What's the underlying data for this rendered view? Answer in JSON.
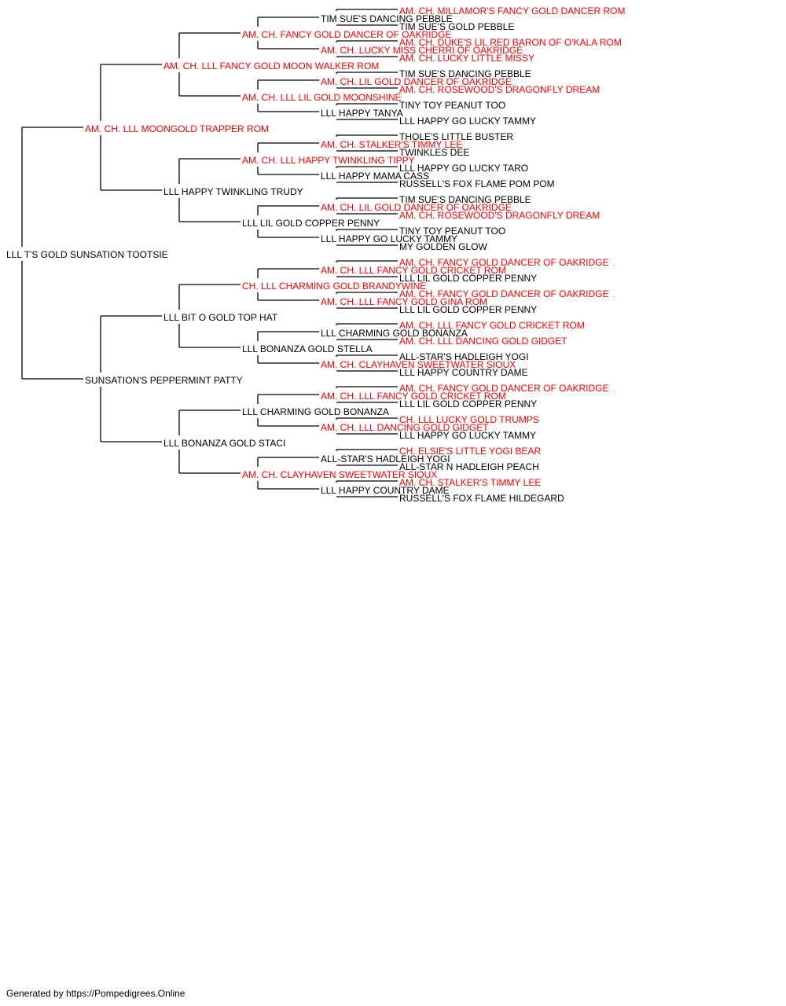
{
  "colors": {
    "champion": "#ff0000",
    "regular": "#000000",
    "line": "#000000"
  },
  "footer": "Generated by https://Pompedigrees.Online",
  "pedigree": [
    {
      "gen": 0,
      "name": "LLL T'S GOLD SUNSATION TOOTSIE",
      "ch": false
    },
    {
      "gen": 1,
      "name": "AM. CH. LLL MOONGOLD TRAPPER ROM",
      "ch": true
    },
    {
      "gen": 1,
      "name": "SUNSATION'S PEPPERMINT PATTY",
      "ch": false
    },
    {
      "gen": 2,
      "name": "AM. CH. LLL FANCY GOLD MOON WALKER ROM",
      "ch": true
    },
    {
      "gen": 2,
      "name": "LLL HAPPY TWINKLING TRUDY",
      "ch": false
    },
    {
      "gen": 2,
      "name": "LLL BIT O GOLD TOP HAT",
      "ch": false
    },
    {
      "gen": 2,
      "name": "LLL BONANZA GOLD STACI",
      "ch": false
    },
    {
      "gen": 3,
      "name": "AM. CH. FANCY GOLD DANCER OF OAKRIDGE",
      "ch": true
    },
    {
      "gen": 3,
      "name": "AM. CH. LLL LIL GOLD MOONSHINE",
      "ch": true
    },
    {
      "gen": 3,
      "name": "AM. CH. LLL HAPPY TWINKLING TIPPY",
      "ch": true
    },
    {
      "gen": 3,
      "name": "LLL LIL GOLD COPPER PENNY",
      "ch": false
    },
    {
      "gen": 3,
      "name": "CH. LLL CHARMING GOLD BRANDYWINE",
      "ch": true
    },
    {
      "gen": 3,
      "name": "LLL BONANZA GOLD STELLA",
      "ch": false
    },
    {
      "gen": 3,
      "name": "LLL CHARMING GOLD BONANZA",
      "ch": false
    },
    {
      "gen": 3,
      "name": "AM. CH. CLAYHAVEN SWEETWATER SIOUX",
      "ch": true
    },
    {
      "gen": 4,
      "name": "TIM SUE'S DANCING PEBBLE",
      "ch": false
    },
    {
      "gen": 4,
      "name": "AM. CH. LUCKY MISS CHERRI OF OAKRIDGE",
      "ch": true
    },
    {
      "gen": 4,
      "name": "AM. CH. LIL GOLD DANCER OF OAKRIDGE",
      "ch": true
    },
    {
      "gen": 4,
      "name": "LLL HAPPY TANYA",
      "ch": false
    },
    {
      "gen": 4,
      "name": "AM. CH. STALKER'S TIMMY LEE",
      "ch": true
    },
    {
      "gen": 4,
      "name": "LLL HAPPY MAMA CASS",
      "ch": false
    },
    {
      "gen": 4,
      "name": "AM. CH. LIL GOLD DANCER OF OAKRIDGE",
      "ch": true
    },
    {
      "gen": 4,
      "name": "LLL HAPPY GO LUCKY TAMMY",
      "ch": false
    },
    {
      "gen": 4,
      "name": "AM. CH. LLL FANCY GOLD CRICKET ROM",
      "ch": true
    },
    {
      "gen": 4,
      "name": "AM. CH. LLL FANCY GOLD GINA ROM",
      "ch": true
    },
    {
      "gen": 4,
      "name": "LLL CHARMING GOLD BONANZA",
      "ch": false
    },
    {
      "gen": 4,
      "name": "AM. CH. CLAYHAVEN SWEETWATER SIOUX",
      "ch": true
    },
    {
      "gen": 4,
      "name": "AM. CH. LLL FANCY GOLD CRICKET ROM",
      "ch": true
    },
    {
      "gen": 4,
      "name": "AM. CH. LLL DANCING GOLD GIDGET",
      "ch": true
    },
    {
      "gen": 4,
      "name": "ALL-STAR'S HADLEIGH YOGI",
      "ch": false
    },
    {
      "gen": 4,
      "name": "LLL HAPPY COUNTRY DAME",
      "ch": false
    },
    {
      "gen": 5,
      "name": "AM. CH. MILLAMOR'S FANCY GOLD DANCER ROM",
      "ch": true
    },
    {
      "gen": 5,
      "name": "TIM SUE'S GOLD PEBBLE",
      "ch": false
    },
    {
      "gen": 5,
      "name": "AM. CH. DUKE'S LIL RED BARON OF O'KALA ROM",
      "ch": true
    },
    {
      "gen": 5,
      "name": "AM. CH. LUCKY LITTLE MISSY",
      "ch": true
    },
    {
      "gen": 5,
      "name": "TIM SUE'S DANCING PEBBLE",
      "ch": false
    },
    {
      "gen": 5,
      "name": "AM. CH. ROSEWOOD'S DRAGONFLY DREAM",
      "ch": true
    },
    {
      "gen": 5,
      "name": "TINY TOY PEANUT TOO",
      "ch": false
    },
    {
      "gen": 5,
      "name": "LLL HAPPY GO LUCKY TAMMY",
      "ch": false
    },
    {
      "gen": 5,
      "name": "THOLE'S LITTLE BUSTER",
      "ch": false
    },
    {
      "gen": 5,
      "name": "TWINKLES DEE",
      "ch": false
    },
    {
      "gen": 5,
      "name": "LLL HAPPY GO LUCKY TARO",
      "ch": false
    },
    {
      "gen": 5,
      "name": "RUSSELL'S FOX FLAME POM POM",
      "ch": false
    },
    {
      "gen": 5,
      "name": "TIM SUE'S DANCING PEBBLE",
      "ch": false
    },
    {
      "gen": 5,
      "name": "AM. CH. ROSEWOOD'S DRAGONFLY DREAM",
      "ch": true
    },
    {
      "gen": 5,
      "name": "TINY TOY PEANUT TOO",
      "ch": false
    },
    {
      "gen": 5,
      "name": "MY GOLDEN GLOW",
      "ch": false
    },
    {
      "gen": 5,
      "name": "AM. CH. FANCY GOLD DANCER OF OAKRIDGE",
      "ch": true
    },
    {
      "gen": 5,
      "name": "LLL LIL GOLD COPPER PENNY",
      "ch": false
    },
    {
      "gen": 5,
      "name": "AM. CH. FANCY GOLD DANCER OF OAKRIDGE",
      "ch": true
    },
    {
      "gen": 5,
      "name": "LLL LIL GOLD COPPER PENNY",
      "ch": false
    },
    {
      "gen": 5,
      "name": "AM. CH. LLL FANCY GOLD CRICKET ROM",
      "ch": true
    },
    {
      "gen": 5,
      "name": "AM. CH. LLL DANCING GOLD GIDGET",
      "ch": true
    },
    {
      "gen": 5,
      "name": "ALL-STAR'S HADLEIGH YOGI",
      "ch": false
    },
    {
      "gen": 5,
      "name": "LLL HAPPY COUNTRY DAME",
      "ch": false
    },
    {
      "gen": 5,
      "name": "AM. CH. FANCY GOLD DANCER OF OAKRIDGE",
      "ch": true
    },
    {
      "gen": 5,
      "name": "LLL LIL GOLD COPPER PENNY",
      "ch": false
    },
    {
      "gen": 5,
      "name": "CH. LLL LUCKY GOLD TRUMPS",
      "ch": true
    },
    {
      "gen": 5,
      "name": "LLL HAPPY GO LUCKY TAMMY",
      "ch": false
    },
    {
      "gen": 5,
      "name": "CH. ELSIE'S LITTLE YOGI BEAR",
      "ch": true
    },
    {
      "gen": 5,
      "name": "ALL-STAR N HADLEIGH PEACH",
      "ch": false
    },
    {
      "gen": 5,
      "name": "AM. CH. STALKER'S TIMMY LEE",
      "ch": true
    },
    {
      "gen": 5,
      "name": "RUSSELL'S FOX FLAME HILDEGARD",
      "ch": false
    }
  ]
}
